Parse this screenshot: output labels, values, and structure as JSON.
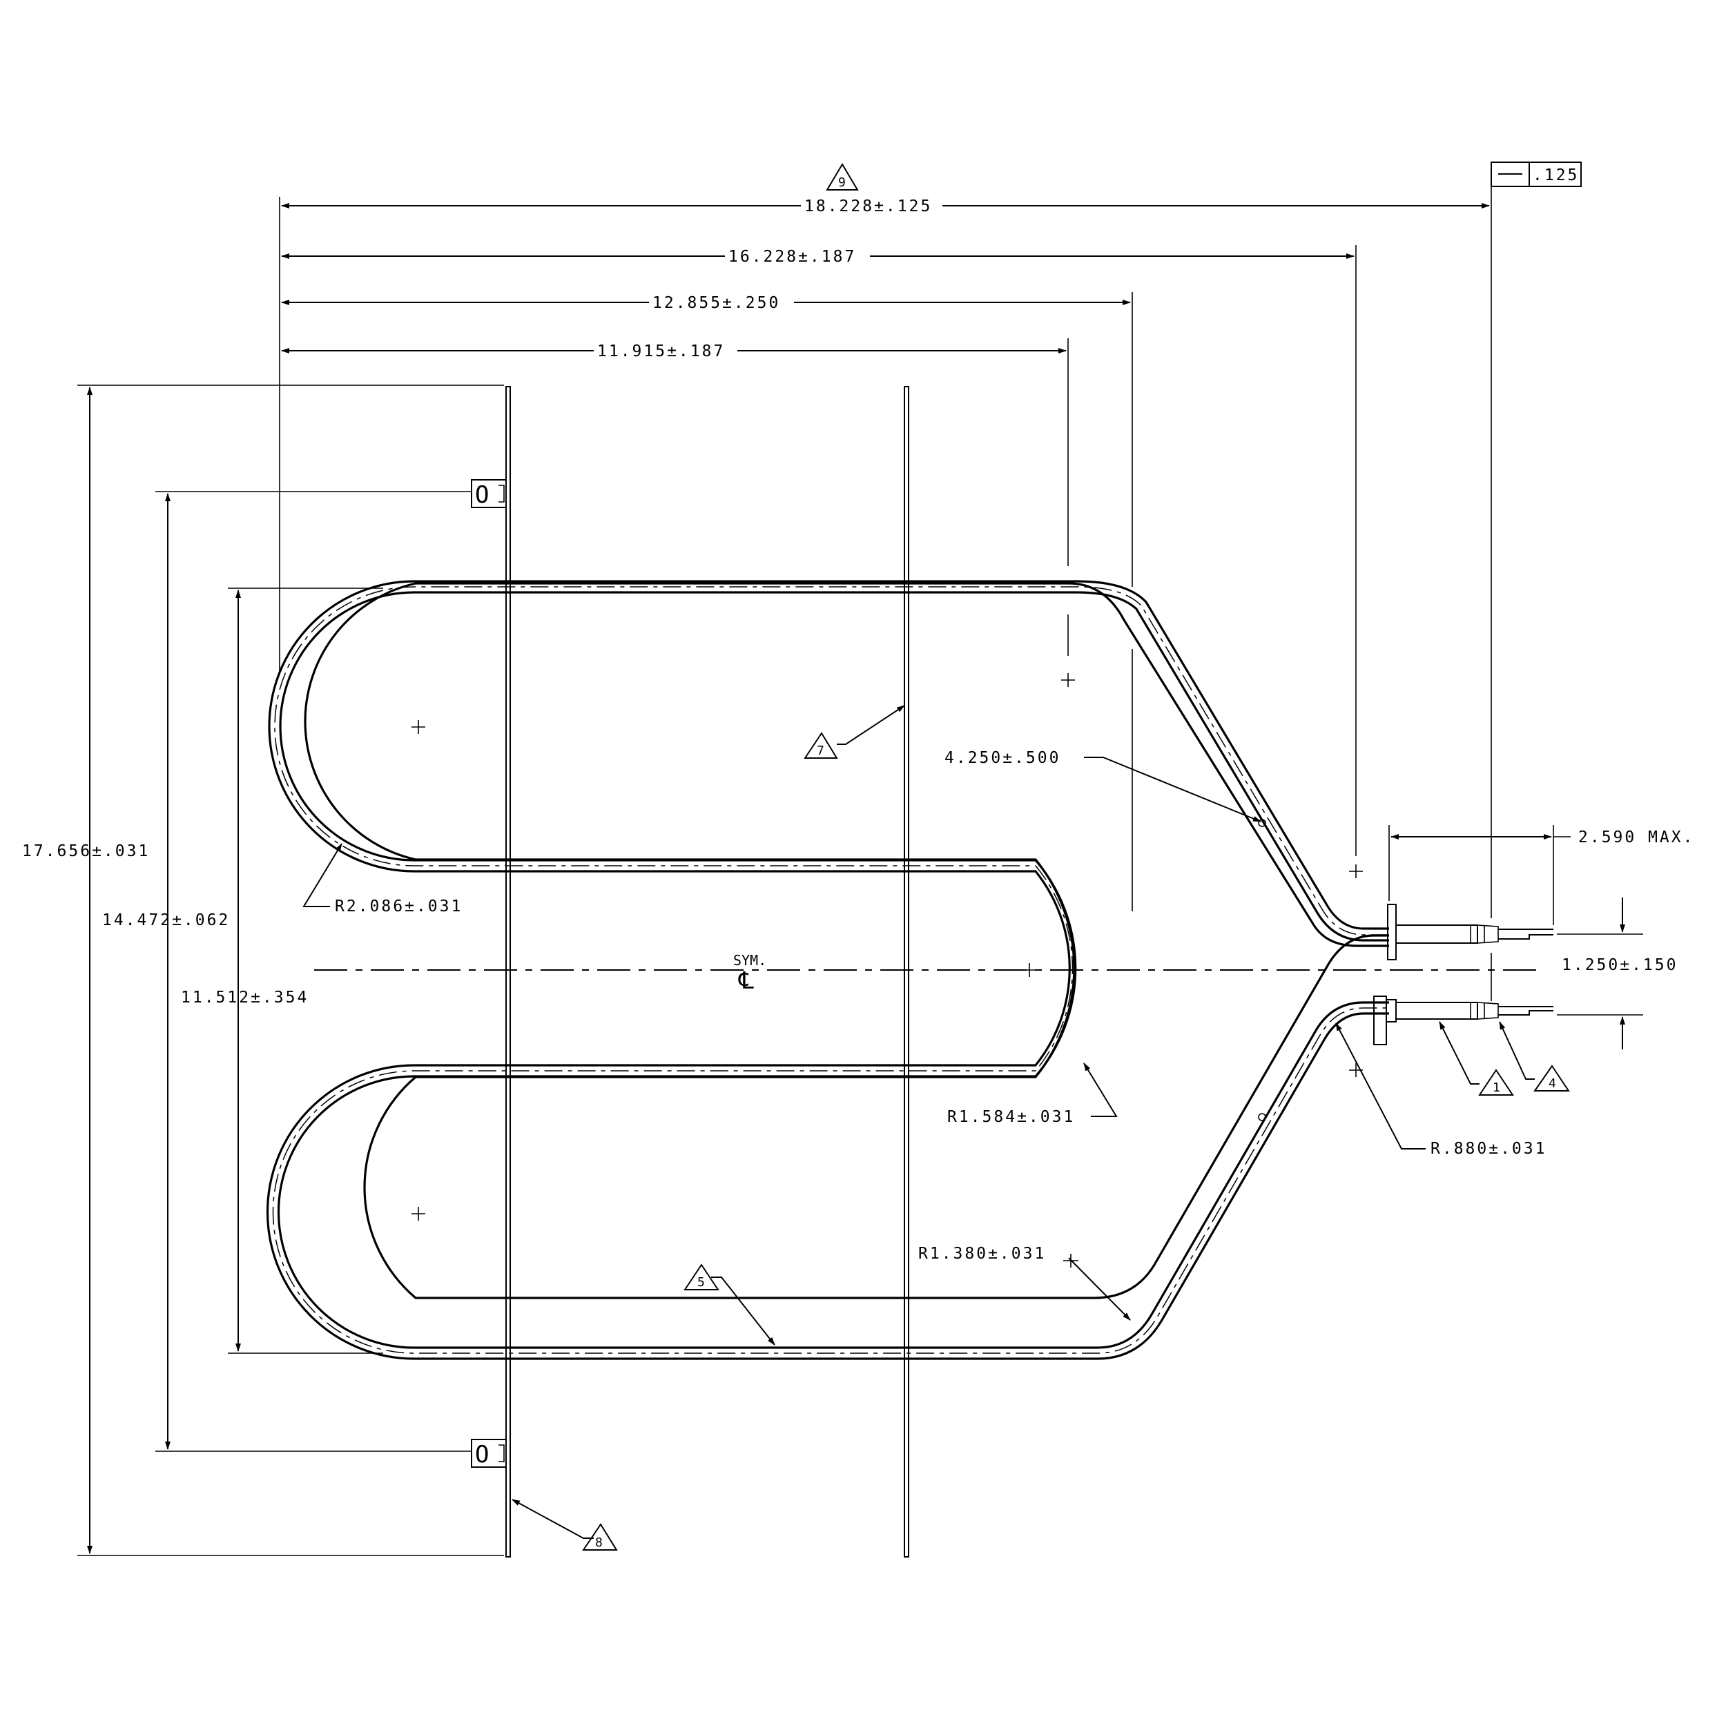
{
  "dimensions": {
    "overall_length": "18.228±.125",
    "terminal_length": "16.228±.187",
    "outer_bend_length": "12.855±.250",
    "bend_center_length": "11.915±.187",
    "overall_height": "17.656±.031",
    "bracket_spacing": "14.472±.062",
    "loop_height": "11.512±.354",
    "diagonal_offset": "4.250±.500",
    "terminal_extension": "2.590 MAX.",
    "terminal_spacing": "1.250±.150",
    "radius_large": "R2.086±.031",
    "radius_middle": "R1.584±.031",
    "radius_lower": "R1.380±.031",
    "radius_terminal": "R.880±.031"
  },
  "flatness_tolerance": ".125",
  "symmetry_label": "SYM.",
  "centerline_symbol": "℄",
  "notes": [
    "9",
    "7",
    "5",
    "8",
    "1",
    "4"
  ]
}
